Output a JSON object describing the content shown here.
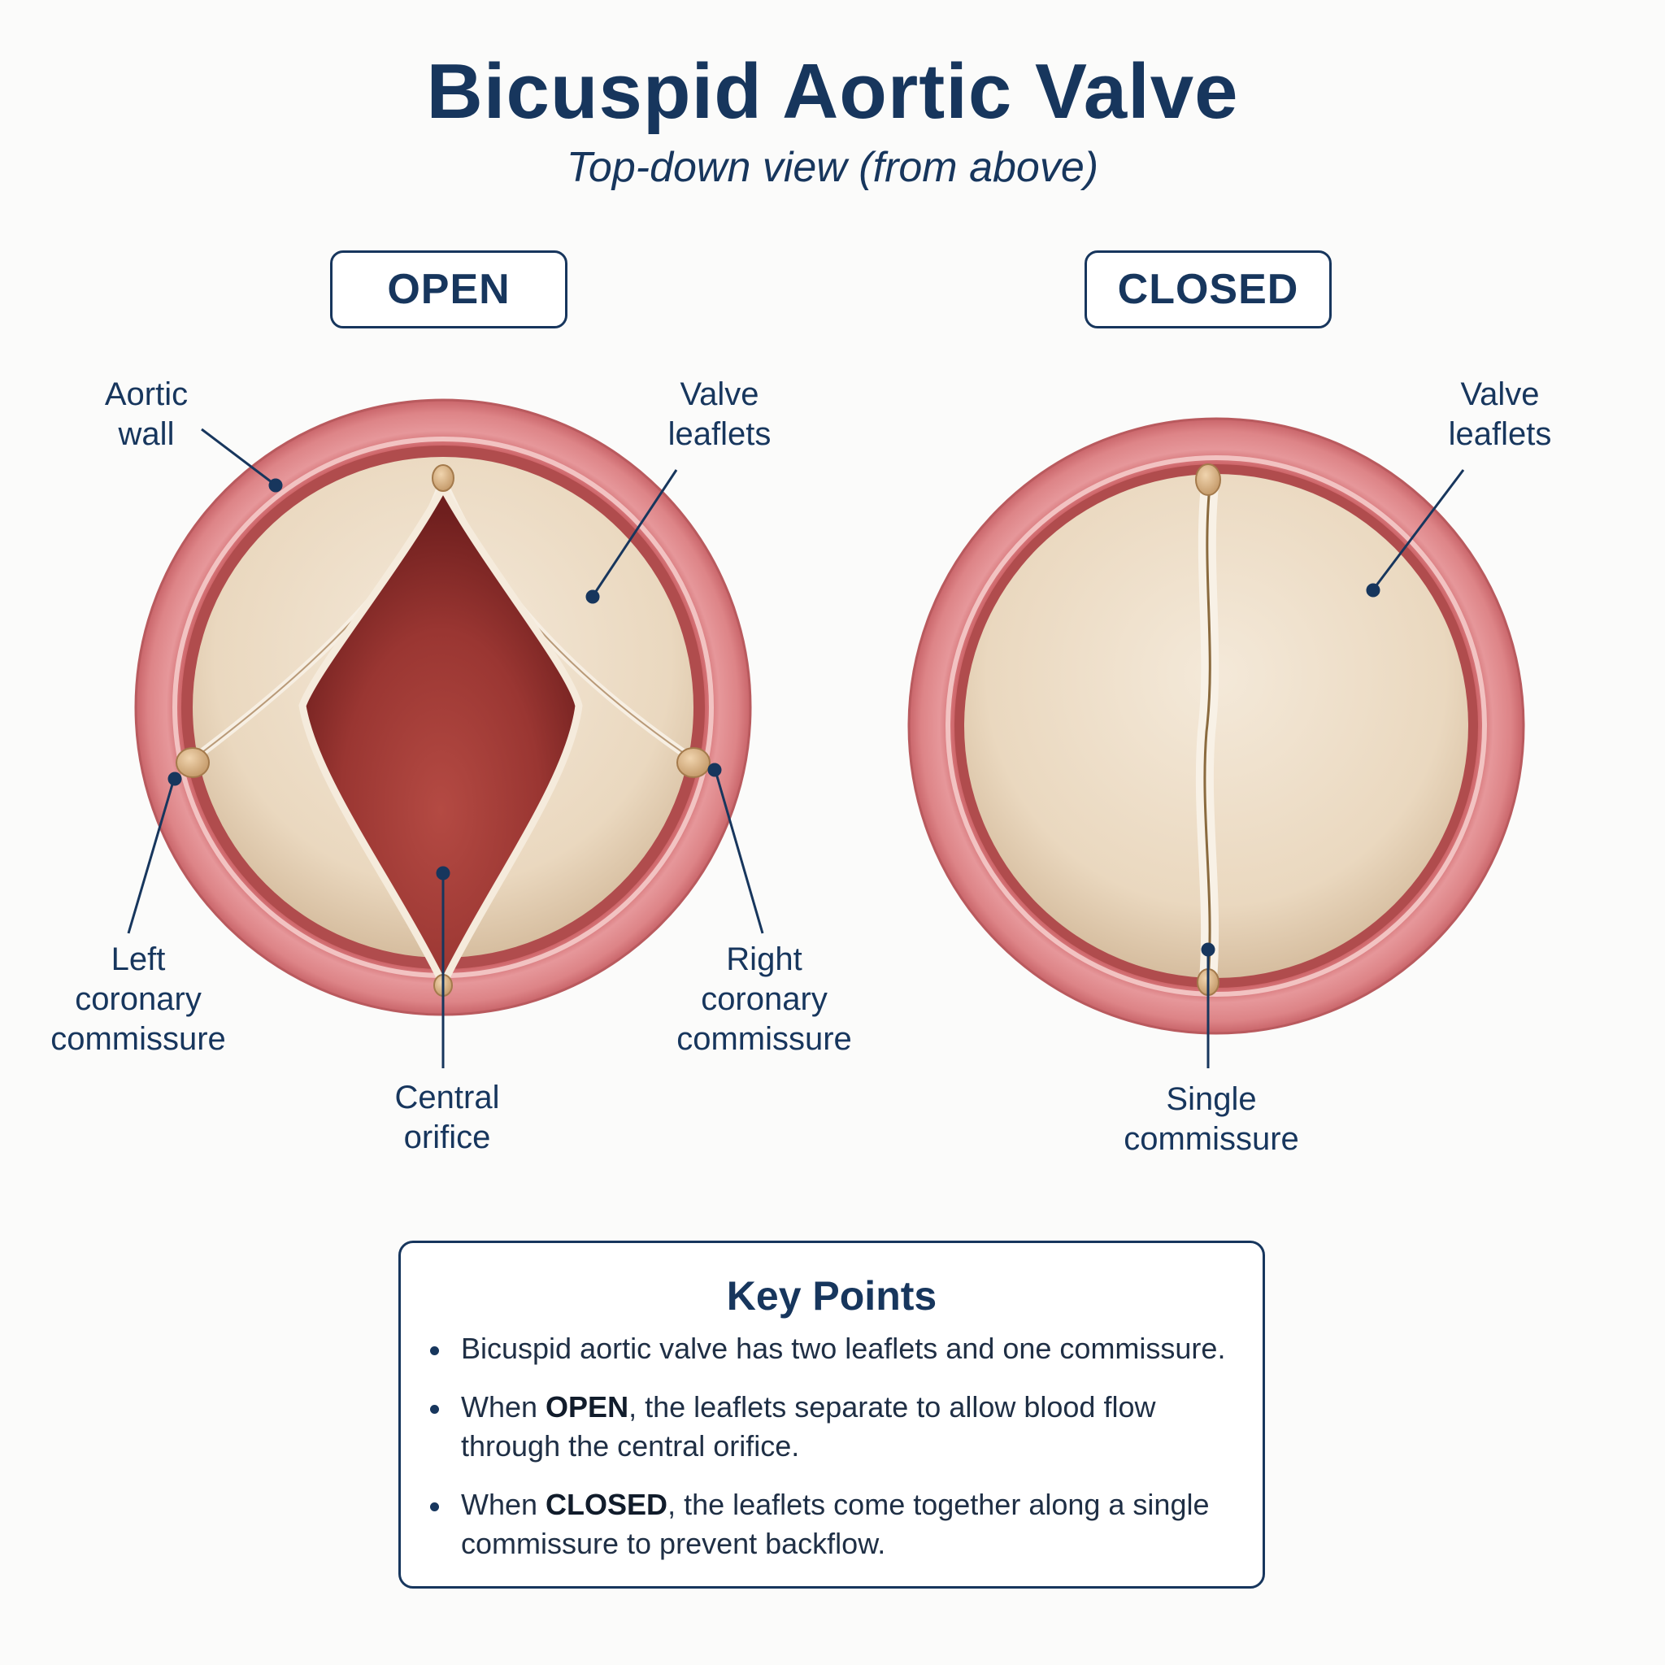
{
  "header": {
    "title": "Bicuspid Aortic Valve",
    "subtitle": "Top-down view (from above)"
  },
  "states": {
    "open": "OPEN",
    "closed": "CLOSED"
  },
  "open_labels": {
    "aortic_wall": "Aortic\nwall",
    "valve_leaflets": "Valve\nleaflets",
    "left_commissure": "Left\ncoronary\ncommissure",
    "right_commissure": "Right\ncoronary\ncommissure",
    "central_orifice": "Central\norifice"
  },
  "closed_labels": {
    "valve_leaflets": "Valve\nleaflets",
    "single_commissure": "Single\ncommissure"
  },
  "key_points": {
    "title": "Key Points",
    "items": [
      {
        "pre": "Bicuspid aortic valve has two leaflets and one commissure.",
        "bold": "",
        "post": ""
      },
      {
        "pre": "When ",
        "bold": "OPEN",
        "post": ", the leaflets separate to allow blood flow through the central orifice."
      },
      {
        "pre": "When ",
        "bold": "CLOSED",
        "post": ", the leaflets come together along a single commissure to prevent backflow."
      }
    ]
  },
  "colors": {
    "navy": "#17365d",
    "aortic_wall": "#df8d8f",
    "leaflet": "#eddcc4",
    "orifice": "#8e2e2b",
    "nodule": "#d9b58a"
  }
}
